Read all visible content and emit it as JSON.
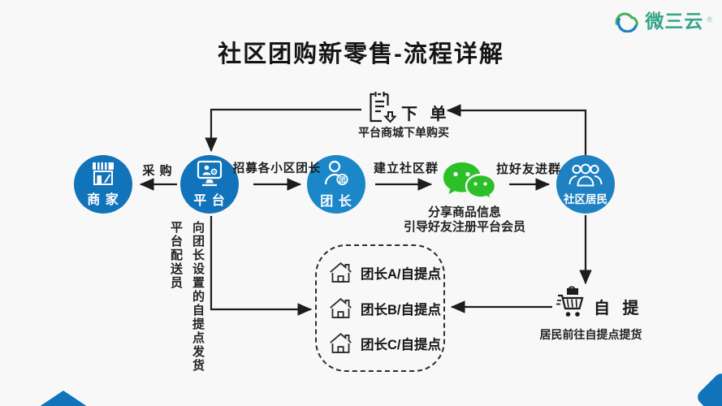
{
  "title": "社区团购新零售-流程详解",
  "logo": {
    "brand": "微三云",
    "mark": "®"
  },
  "nodes": {
    "merchant": {
      "label": "商 家",
      "color": "#1173b9",
      "icon": "storefront-icon"
    },
    "platform": {
      "label": "平 台",
      "color": "#1173b9",
      "icon": "monitor-user-icon"
    },
    "leader": {
      "label": "团 长",
      "badge": "团",
      "color": "#1b87c9",
      "icon": "user-badge-icon"
    },
    "wechat": {
      "caption1": "分享商品信息",
      "caption2": "引导好友注册平台会员",
      "color": "#2cc028",
      "icon": "wechat-icon"
    },
    "residents": {
      "label": "社区居民",
      "color": "#1f80c2",
      "icon": "people-group-icon"
    }
  },
  "edges": {
    "purchase_label": "采 购",
    "recruit_label": "招募各小区团长",
    "build_group_label": "建立社区群",
    "invite_label": "拉好友进群"
  },
  "order": {
    "label": "下 单",
    "caption": "平台商城下单购买",
    "icon": "order-list-icon"
  },
  "pickup": {
    "label": "自 提",
    "caption": "居民前往自提点提货",
    "icon": "cart-icon"
  },
  "delivery": {
    "line1": "向团长设置的自提点发货",
    "line2": "平台配送员"
  },
  "pickup_box": {
    "icon": "house-icon",
    "items": [
      "团长A/自提点",
      "团长B/自提点",
      "团长C/自提点"
    ]
  },
  "colors": {
    "node_blue": "#1173b9",
    "leader_blue": "#1b87c9",
    "residents_blue": "#1f80c2",
    "wechat_green": "#2cc028",
    "accent_blue": "#1173b9",
    "arrow_black": "#1c1c1c",
    "background": "#f7f8f7"
  }
}
